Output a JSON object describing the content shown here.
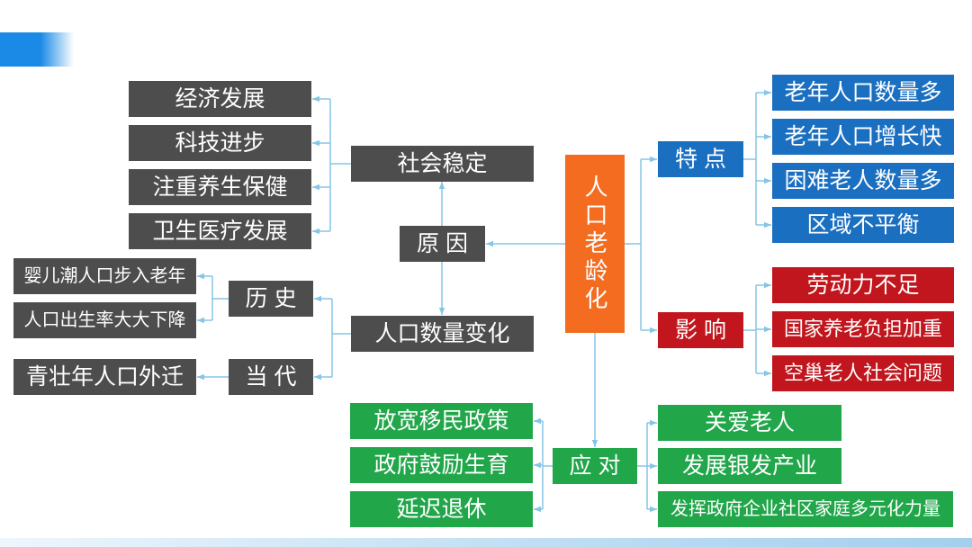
{
  "center": {
    "label": "人口老龄化"
  },
  "causes": {
    "label": "原 因",
    "social_stability": {
      "label": "社会稳定",
      "items": [
        "经济发展",
        "科技进步",
        "注重养生保健",
        "卫生医疗发展"
      ]
    },
    "population_change": {
      "label": "人口数量变化",
      "history": {
        "label": "历 史",
        "items": [
          "婴儿潮人口步入老年",
          "人口出生率大大下降"
        ]
      },
      "present": {
        "label": "当 代",
        "items": [
          "青壮年人口外迁"
        ]
      }
    }
  },
  "features": {
    "label": "特 点",
    "items": [
      "老年人口数量多",
      "老年人口增长快",
      "困难老人数量多",
      "区域不平衡"
    ]
  },
  "impacts": {
    "label": "影 响",
    "items": [
      "劳动力不足",
      "国家养老负担加重",
      "空巢老人社会问题"
    ]
  },
  "responses": {
    "label": "应 对",
    "left_items": [
      "放宽移民政策",
      "政府鼓励生育",
      "延迟退休"
    ],
    "right_items": [
      "关爱老人",
      "发展银发产业",
      "发挥政府企业社区家庭多元化力量"
    ]
  },
  "colors": {
    "gray": "#4d4d4d",
    "blue": "#1b6fc0",
    "red": "#c1161d",
    "green": "#21a64a",
    "orange": "#f36c20",
    "connector": "#86c5e6",
    "accent": "#1a8ae6"
  }
}
